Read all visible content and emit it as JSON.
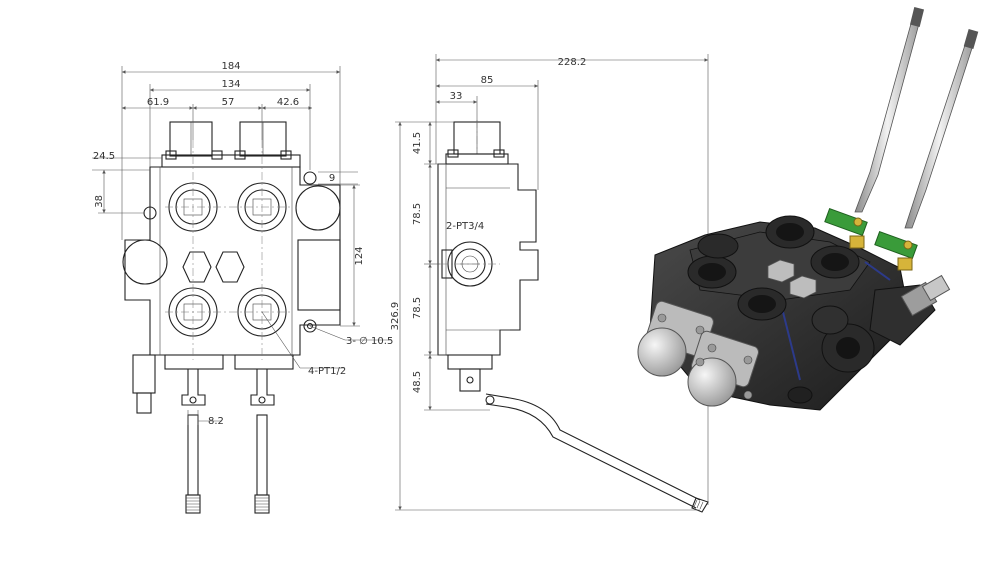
{
  "front_view": {
    "dims": {
      "overall_width": "184",
      "inner_width": "134",
      "left_offset": "61.9",
      "spool_pitch": "57",
      "right_offset": "42.6",
      "top_left_height": "24.5",
      "left_height": "38",
      "right_small": "9",
      "right_height": "124",
      "mount_hole": "3- ∅ 10.5",
      "port_label": "4-PT1/2",
      "lever_pin": "8.2"
    }
  },
  "side_view": {
    "dims": {
      "overall_length": "228.2",
      "body_depth": "85",
      "spool_offset": "33",
      "top_section": "41.5",
      "upper_section": "78.5",
      "lower_section": "78.5",
      "bottom_section": "48.5",
      "total_height": "326.9",
      "port_label": "2-PT3/4"
    }
  },
  "iso_view": {
    "body_color": "#2b2b2b",
    "cap_color": "#c9c9c9",
    "bracket_color": "#3a9b3a",
    "fitting_color": "#d6b43a"
  }
}
